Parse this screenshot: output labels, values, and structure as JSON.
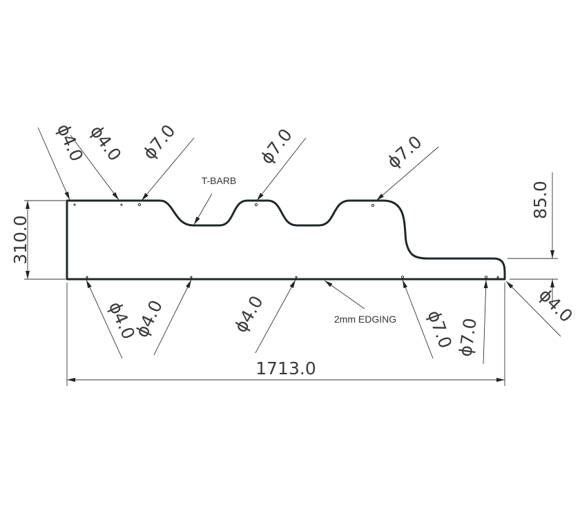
{
  "drawing": {
    "profile_color": "#1c2a22",
    "overall_height": "310.0",
    "step_height": "85.0",
    "overall_length": "1713.0",
    "notes": {
      "t_barb": "T-BARB",
      "edging": "2mm EDGING"
    },
    "top_holes": [
      "ϕ4.0",
      "ϕ4.0",
      "ϕ7.0",
      "ϕ7.0",
      "ϕ7.0"
    ],
    "bottom_holes": [
      "ϕ4.0",
      "ϕ4.0",
      "ϕ4.0",
      "ϕ7.0",
      "ϕ7.0",
      "ϕ4.0"
    ]
  }
}
